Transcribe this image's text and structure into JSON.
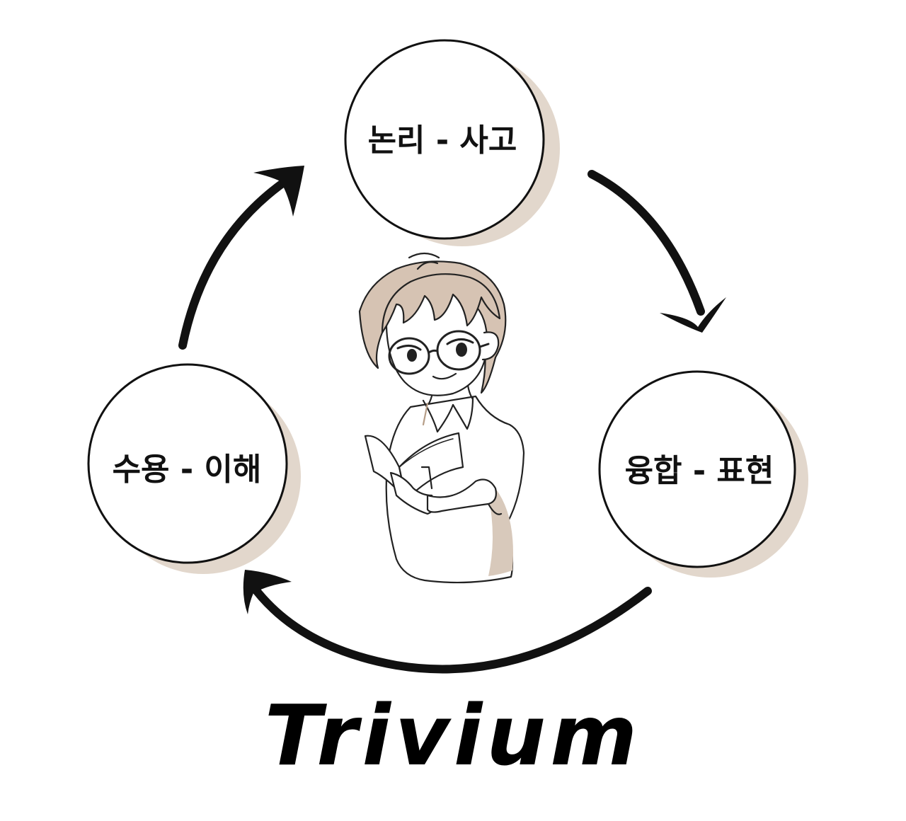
{
  "diagram": {
    "nodes": [
      {
        "id": "top",
        "label": "논리 - 사고"
      },
      {
        "id": "right",
        "label": "융합 - 표현"
      },
      {
        "id": "left",
        "label": "수용 - 이해"
      }
    ],
    "edges": [
      {
        "from": "top",
        "to": "right"
      },
      {
        "from": "right",
        "to": "left"
      },
      {
        "from": "left",
        "to": "top"
      }
    ],
    "title": "Trivium"
  },
  "colors": {
    "stroke": "#111111",
    "shadow": "#d8c9bb",
    "hair": "#d6c3b3",
    "background": "#ffffff"
  },
  "illustration": {
    "subject": "character-reading-book",
    "style": "sketch"
  }
}
